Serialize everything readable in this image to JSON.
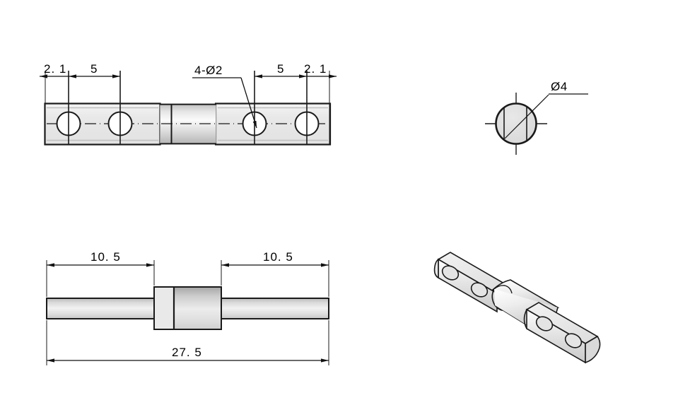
{
  "drawing": {
    "title": "Mechanical part engineering drawing",
    "line_color": "#1a1a1a",
    "fill_light": "#ededed",
    "fill_mid": "#d2d2d2",
    "fill_dark": "#a8a8a8"
  },
  "top_view": {
    "name": "top-view",
    "dims": {
      "left_edge_label": "2. 1",
      "left_pitch_label": "5",
      "right_pitch_label": "5",
      "right_edge_label": "2. 1"
    },
    "hole_note": "4-Ø2"
  },
  "end_view": {
    "name": "end-view",
    "diameter_label": "Ø4"
  },
  "front_view": {
    "name": "front-view",
    "dims": {
      "left_label": "10. 5",
      "right_label": "10. 5",
      "overall_label": "27. 5"
    }
  },
  "iso_view": {
    "name": "isometric-view",
    "hole_count": 4
  }
}
